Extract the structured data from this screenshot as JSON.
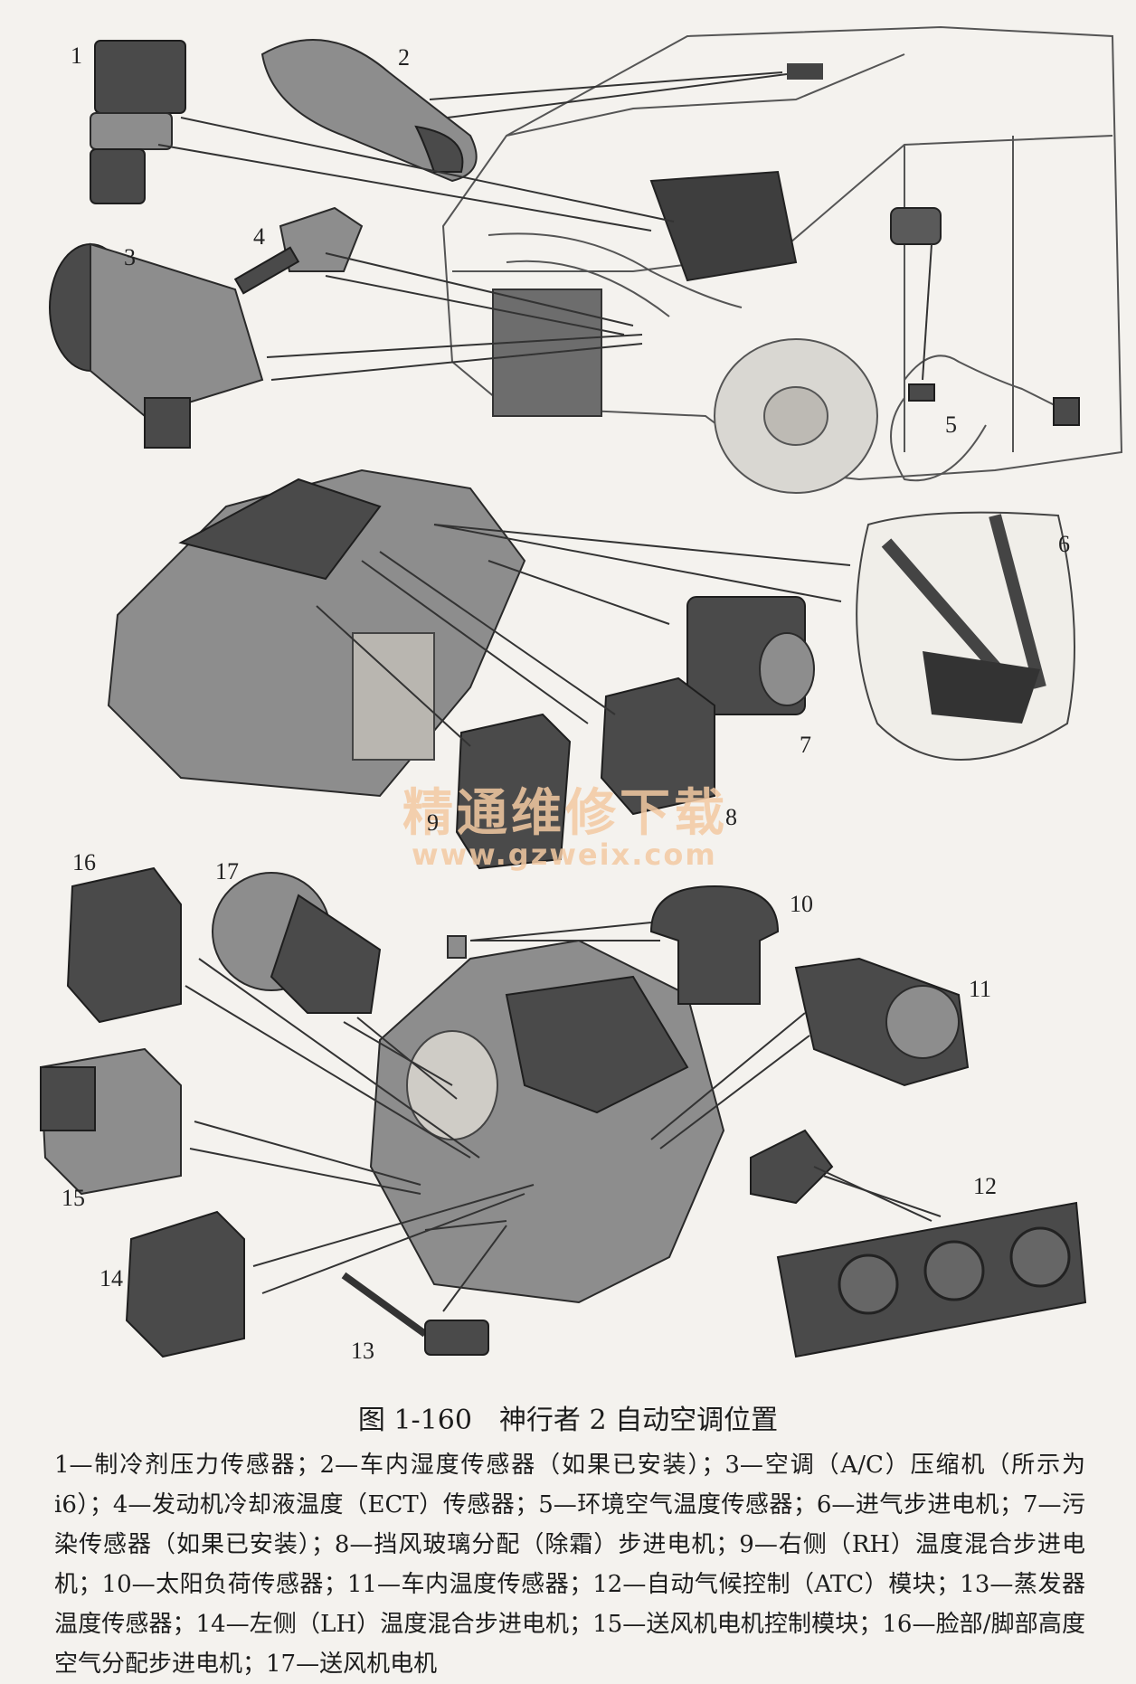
{
  "figure": {
    "caption": "图 1-160　神行者 2 自动空调位置",
    "legend": "1—制冷剂压力传感器；2—车内湿度传感器（如果已安装）；3—空调（A/C）压缩机（所示为 i6）；4—发动机冷却液温度（ECT）传感器；5—环境空气温度传感器；6—进气步进电机；7—污染传感器（如果已安装）；8—挡风玻璃分配（除霜）步进电机；9—右侧（RH）温度混合步进电机；10—太阳负荷传感器；11—车内温度传感器；12—自动气候控制（ATC）模块；13—蒸发器温度传感器；14—左侧（LH）温度混合步进电机；15—送风机电机控制模块；16—脸部/脚部高度空气分配步进电机；17—送风机电机"
  },
  "watermark": {
    "line1": "精通维修下载",
    "line2": "www.gzweix.com"
  },
  "callouts": [
    "1",
    "2",
    "3",
    "4",
    "5",
    "6",
    "7",
    "8",
    "9",
    "10",
    "11",
    "12",
    "13",
    "14",
    "15",
    "16",
    "17"
  ]
}
